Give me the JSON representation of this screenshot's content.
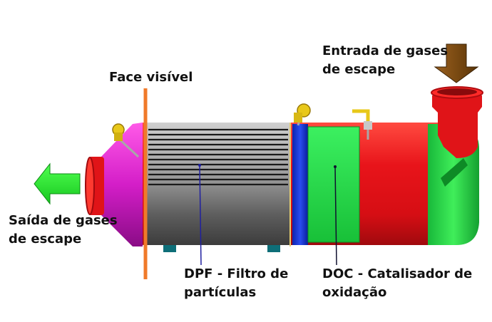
{
  "labels": {
    "face_visible": "Face visível",
    "inlet": [
      "Entrada de gases",
      "de escape"
    ],
    "outlet": [
      "Saída de gases",
      "de escape"
    ],
    "dpf": [
      "DPF - Filtro de",
      "partículas"
    ],
    "doc": [
      "DOC - Catalisador de",
      "oxidação"
    ]
  },
  "colors": {
    "shell_red": "#e01418",
    "outlet_cone_magenta": "#d41ec8",
    "outlet_pipe_red": "#e01418",
    "dpf_gray": "#8a8a8a",
    "doc_green": "#1ee84a",
    "separator_blue": "#1030d8",
    "face_line_orange": "#f07a2a",
    "inlet_arrow_brown": "#7a4a12",
    "outlet_arrow_green": "#22e02a",
    "sensor_yellow": "#e8c81a",
    "leader_line_blue": "#2020a0",
    "leader_line_dark": "#101030"
  }
}
